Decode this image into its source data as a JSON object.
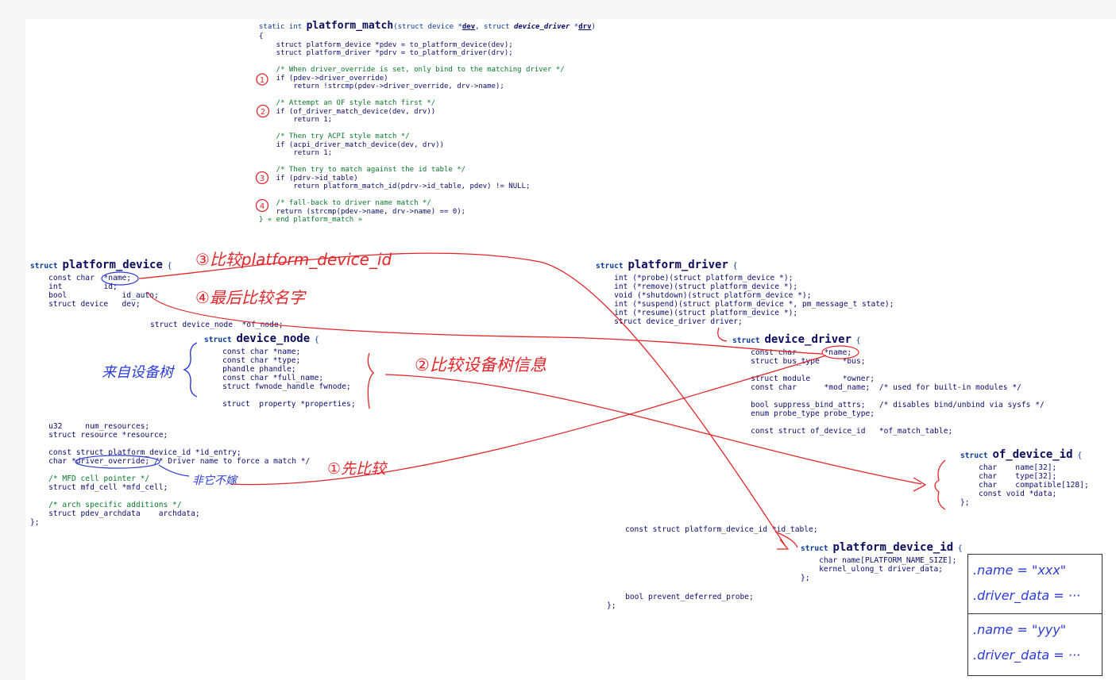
{
  "platform_match": {
    "header": [
      "static int ",
      "platform_match",
      "(struct device *",
      "dev",
      ", struct ",
      "device_driver",
      " *",
      "drv",
      ")"
    ],
    "lines": [
      "{",
      "    struct platform_device *pdev = to_platform_device(dev);",
      "    struct platform_driver *pdrv = to_platform_driver(drv);",
      "",
      "    /* When driver_override is set, only bind to the matching driver */",
      "    if (pdev->driver_override)",
      "        return !strcmp(pdev->driver_override, drv->name);",
      "",
      "    /* Attempt an OF style match first */",
      "    if (of_driver_match_device(dev, drv))",
      "        return 1;",
      "",
      "    /* Then try ACPI style match */",
      "    if (acpi_driver_match_device(dev, drv))",
      "        return 1;",
      "",
      "    /* Then try to match against the id table */",
      "    if (pdrv->id_table)",
      "        return platform_match_id(pdrv->id_table, pdev) != NULL;",
      "",
      "    /* fall-back to driver name match */",
      "    return (strcmp(pdev->name, drv->name) == 0);",
      "} « end platform_match »"
    ]
  },
  "platform_device": {
    "title_prefix": "struct ",
    "title": "platform_device",
    "title_suffix": " {",
    "fields_a": [
      "    const char  *name;",
      "    int         id;",
      "    bool            id_auto;",
      "    struct device   dev;"
    ],
    "of_node": "struct device_node  *of_node;",
    "fields_b": [
      "    u32     num_resources;",
      "    struct resource *resource;",
      "",
      "    const struct platform_device_id *id_entry;",
      "    char *driver_override; /* Driver name to force a match */",
      "",
      "    /* MFD cell pointer */",
      "    struct mfd_cell *mfd_cell;",
      "",
      "    /* arch specific additions */",
      "    struct pdev_archdata    archdata;",
      "};"
    ]
  },
  "device_node": {
    "title_prefix": "struct ",
    "title": "device_node",
    "title_suffix": " {",
    "fields": [
      "    const char *name;",
      "    const char *type;",
      "    phandle phandle;",
      "    const char *full_name;",
      "    struct fwnode_handle fwnode;",
      "",
      "    struct  property *properties;"
    ]
  },
  "platform_driver": {
    "title_prefix": "struct ",
    "title": "platform_driver",
    "title_suffix": " {",
    "fields": [
      "    int (*probe)(struct platform_device *);",
      "    int (*remove)(struct platform_device *);",
      "    void (*shutdown)(struct platform_device *);",
      "    int (*suspend)(struct platform_device *, pm_message_t state);",
      "    int (*resume)(struct platform_device *);",
      "    struct device_driver driver;"
    ],
    "id_table": "const struct platform_device_id *id_table;",
    "tail": [
      "bool prevent_deferred_probe;",
      "};"
    ]
  },
  "device_driver": {
    "title_prefix": "struct ",
    "title": "device_driver",
    "title_suffix": " {",
    "fields": [
      "    const char      *name;",
      "    struct bus_type     *bus;",
      "",
      "    struct module       *owner;",
      "    const char      *mod_name;  /* used for built-in modules */",
      "",
      "    bool suppress_bind_attrs;   /* disables bind/unbind via sysfs */",
      "    enum probe_type probe_type;",
      "",
      "    const struct of_device_id   *of_match_table;"
    ]
  },
  "of_device_id": {
    "title_prefix": "struct ",
    "title": "of_device_id",
    "title_suffix": " {",
    "fields": [
      "    char    name[32];",
      "    char    type[32];",
      "    char    compatible[128];",
      "    const void *data;",
      "};"
    ]
  },
  "platform_device_id": {
    "title_prefix": "struct ",
    "title": "platform_device_id",
    "title_suffix": " {",
    "fields": [
      "    char name[PLATFORM_NAME_SIZE];",
      "    kernel_ulong_t driver_data;",
      "};"
    ]
  },
  "annotations": {
    "num1": "①",
    "num2": "②",
    "num3": "③",
    "num4": "④",
    "step3": "③比较platform_device_id",
    "step4": "④最后比较名字",
    "step2": "②比较设备树信息",
    "step1": "①先比较",
    "dt_label": "来自设备树",
    "override_note": "非它不嫁"
  },
  "id_table_example": {
    "rows": [
      {
        "name": ".name = \"xxx\"",
        "data": ".driver_data = ···"
      },
      {
        "name": ".name = \"yyy\"",
        "data": ".driver_data = ···"
      }
    ]
  },
  "colors": {
    "annotation_red": "#e4262a",
    "annotation_blue": "#2a3bd8",
    "code_text": "#0c0c6e",
    "comment_green": "#0b7a2a"
  }
}
